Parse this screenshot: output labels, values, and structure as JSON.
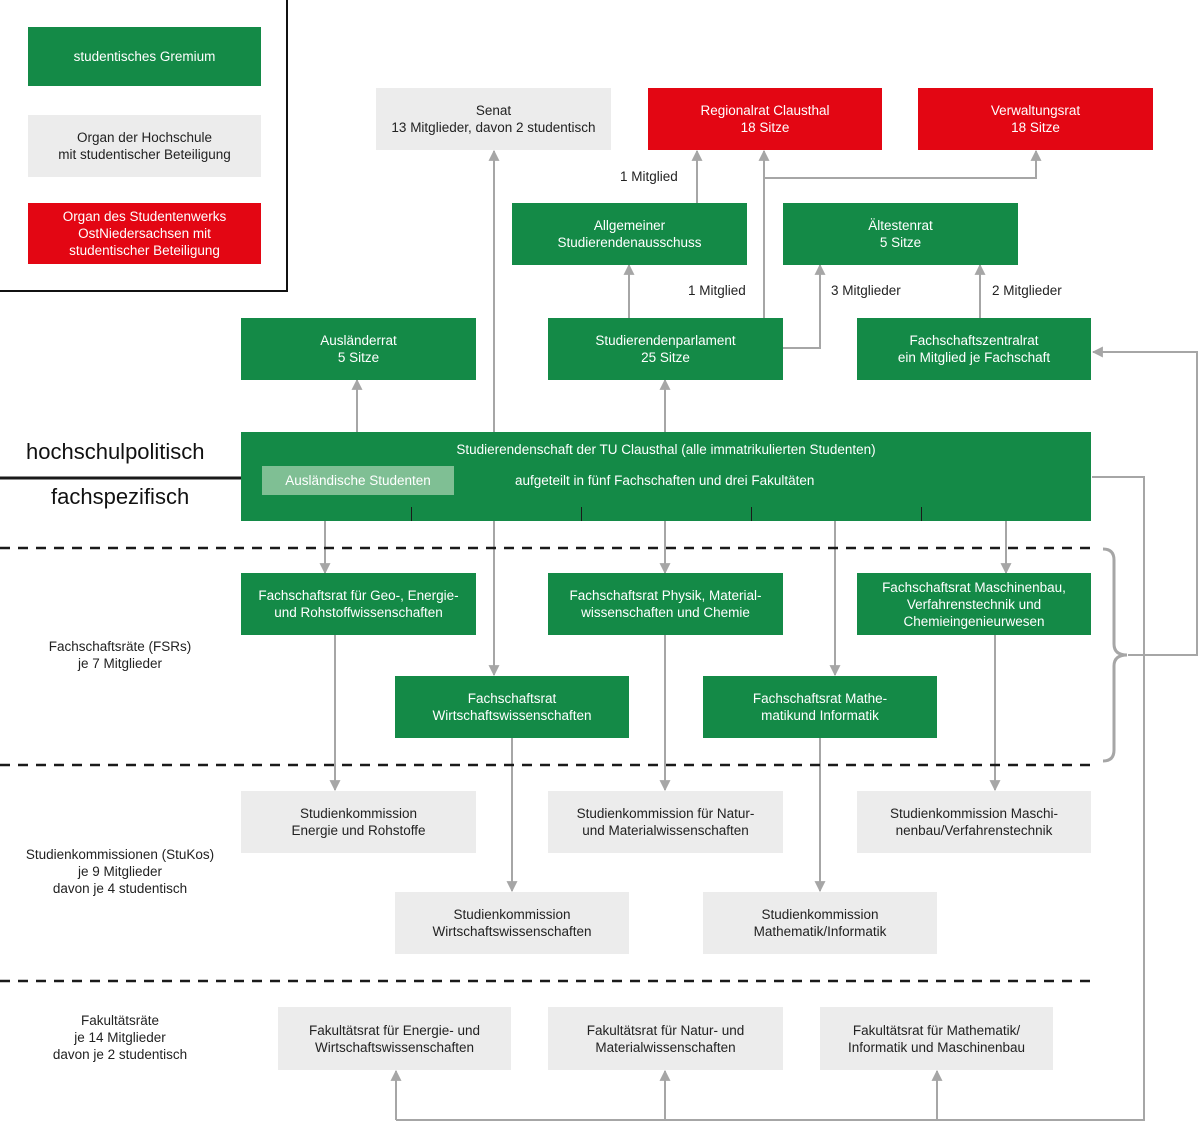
{
  "legend": {
    "student_body": [
      "studentisches Gremium"
    ],
    "university_organ": [
      "Organ der Hochschule",
      "mit studentischer Beteiligung"
    ],
    "studentenwerk_organ": [
      "Organ des Studentenwerks",
      "OstNiedersachsen mit",
      "studentischer Beteiligung"
    ]
  },
  "top": {
    "senat": [
      "Senat",
      "13 Mitglieder, davon 2 studentisch"
    ],
    "regionalrat": [
      "Regionalrat Clausthal",
      "18 Sitze"
    ],
    "verwaltungsrat": [
      "Verwaltungsrat",
      "18 Sitze"
    ],
    "asta": [
      "Allgemeiner",
      "Studierendenausschuss"
    ],
    "aeltestenrat": [
      "Ältestenrat",
      "5 Sitze"
    ],
    "auslaenderrat": [
      "Ausländerrat",
      "5 Sitze"
    ],
    "parlament": [
      "Studierendenparlament",
      "25 Sitze"
    ],
    "fachschaftszentralrat": [
      "Fachschaftszentralrat",
      "ein Mitglied je Fachschaft"
    ]
  },
  "edge_labels": {
    "asta_to_regionalrat": "1 Mitglied",
    "parlament_to_asta": "1 Mitglied",
    "parlament_to_aeltestenrat": "3 Mitglieder",
    "zentralrat_to_aeltestenrat": "2 Mitglieder"
  },
  "studierendenschaft": {
    "title": "Studierendenschaft der TU Clausthal (alle immatrikulierten Studenten)",
    "subtitle": "aufgeteilt in fünf Fachschaften und drei Fakultäten",
    "foreign_students": "Ausländische Studenten"
  },
  "levels": {
    "hochschulpolitisch": "hochschulpolitisch",
    "fachspezifisch": "fachspezifisch"
  },
  "section_labels": {
    "fsr": [
      "Fachschaftsräte (FSRs)",
      "je 7 Mitglieder"
    ],
    "stukos": [
      "Studienkommissionen (StuKos)",
      "je 9 Mitglieder",
      "davon je 4 studentisch"
    ],
    "fakultaetsraete": [
      "Fakultätsräte",
      "je 14 Mitglieder",
      "davon je 2 studentisch"
    ]
  },
  "fsr": {
    "geo": [
      "Fachschaftsrat für Geo-, Energie-",
      "und Rohstoffwissenschaften"
    ],
    "physik": [
      "Fachschaftsrat Physik, Material-",
      "wissenschaften und Chemie"
    ],
    "maschinenbau": [
      "Fachschaftsrat Maschinenbau,",
      "Verfahrenstechnik und",
      "Chemieingenieurwesen"
    ],
    "wiwi": [
      "Fachschaftsrat",
      "Wirtschaftswissenschaften"
    ],
    "mathe": [
      "Fachschaftsrat Mathe-",
      "matikund Informatik"
    ]
  },
  "stuko": {
    "energie": [
      "Studienkommission",
      "Energie und Rohstoffe"
    ],
    "natur": [
      "Studienkommission für Natur-",
      "und Materialwissenschaften"
    ],
    "maschinenbau": [
      "Studienkommission Maschi-",
      "nenbau/Verfahrenstechnik"
    ],
    "wiwi": [
      "Studienkommission",
      "Wirtschaftswissenschaften"
    ],
    "mathe": [
      "Studienkommission",
      "Mathematik/Informatik"
    ]
  },
  "fakultaet": {
    "energie_wiwi": [
      "Fakultätsrat für Energie- und",
      "Wirtschaftswissenschaften"
    ],
    "natur": [
      "Fakultätsrat für Natur- und",
      "Materialwissenschaften"
    ],
    "mathe_mb": [
      "Fakultätsrat für Mathematik/",
      "Informatik und Maschinenbau"
    ]
  },
  "colors": {
    "green": "#148a47",
    "grey": "#ececec",
    "red": "#e30613",
    "pale_green": "#7fbf94",
    "connector": "#a6a6a6"
  }
}
